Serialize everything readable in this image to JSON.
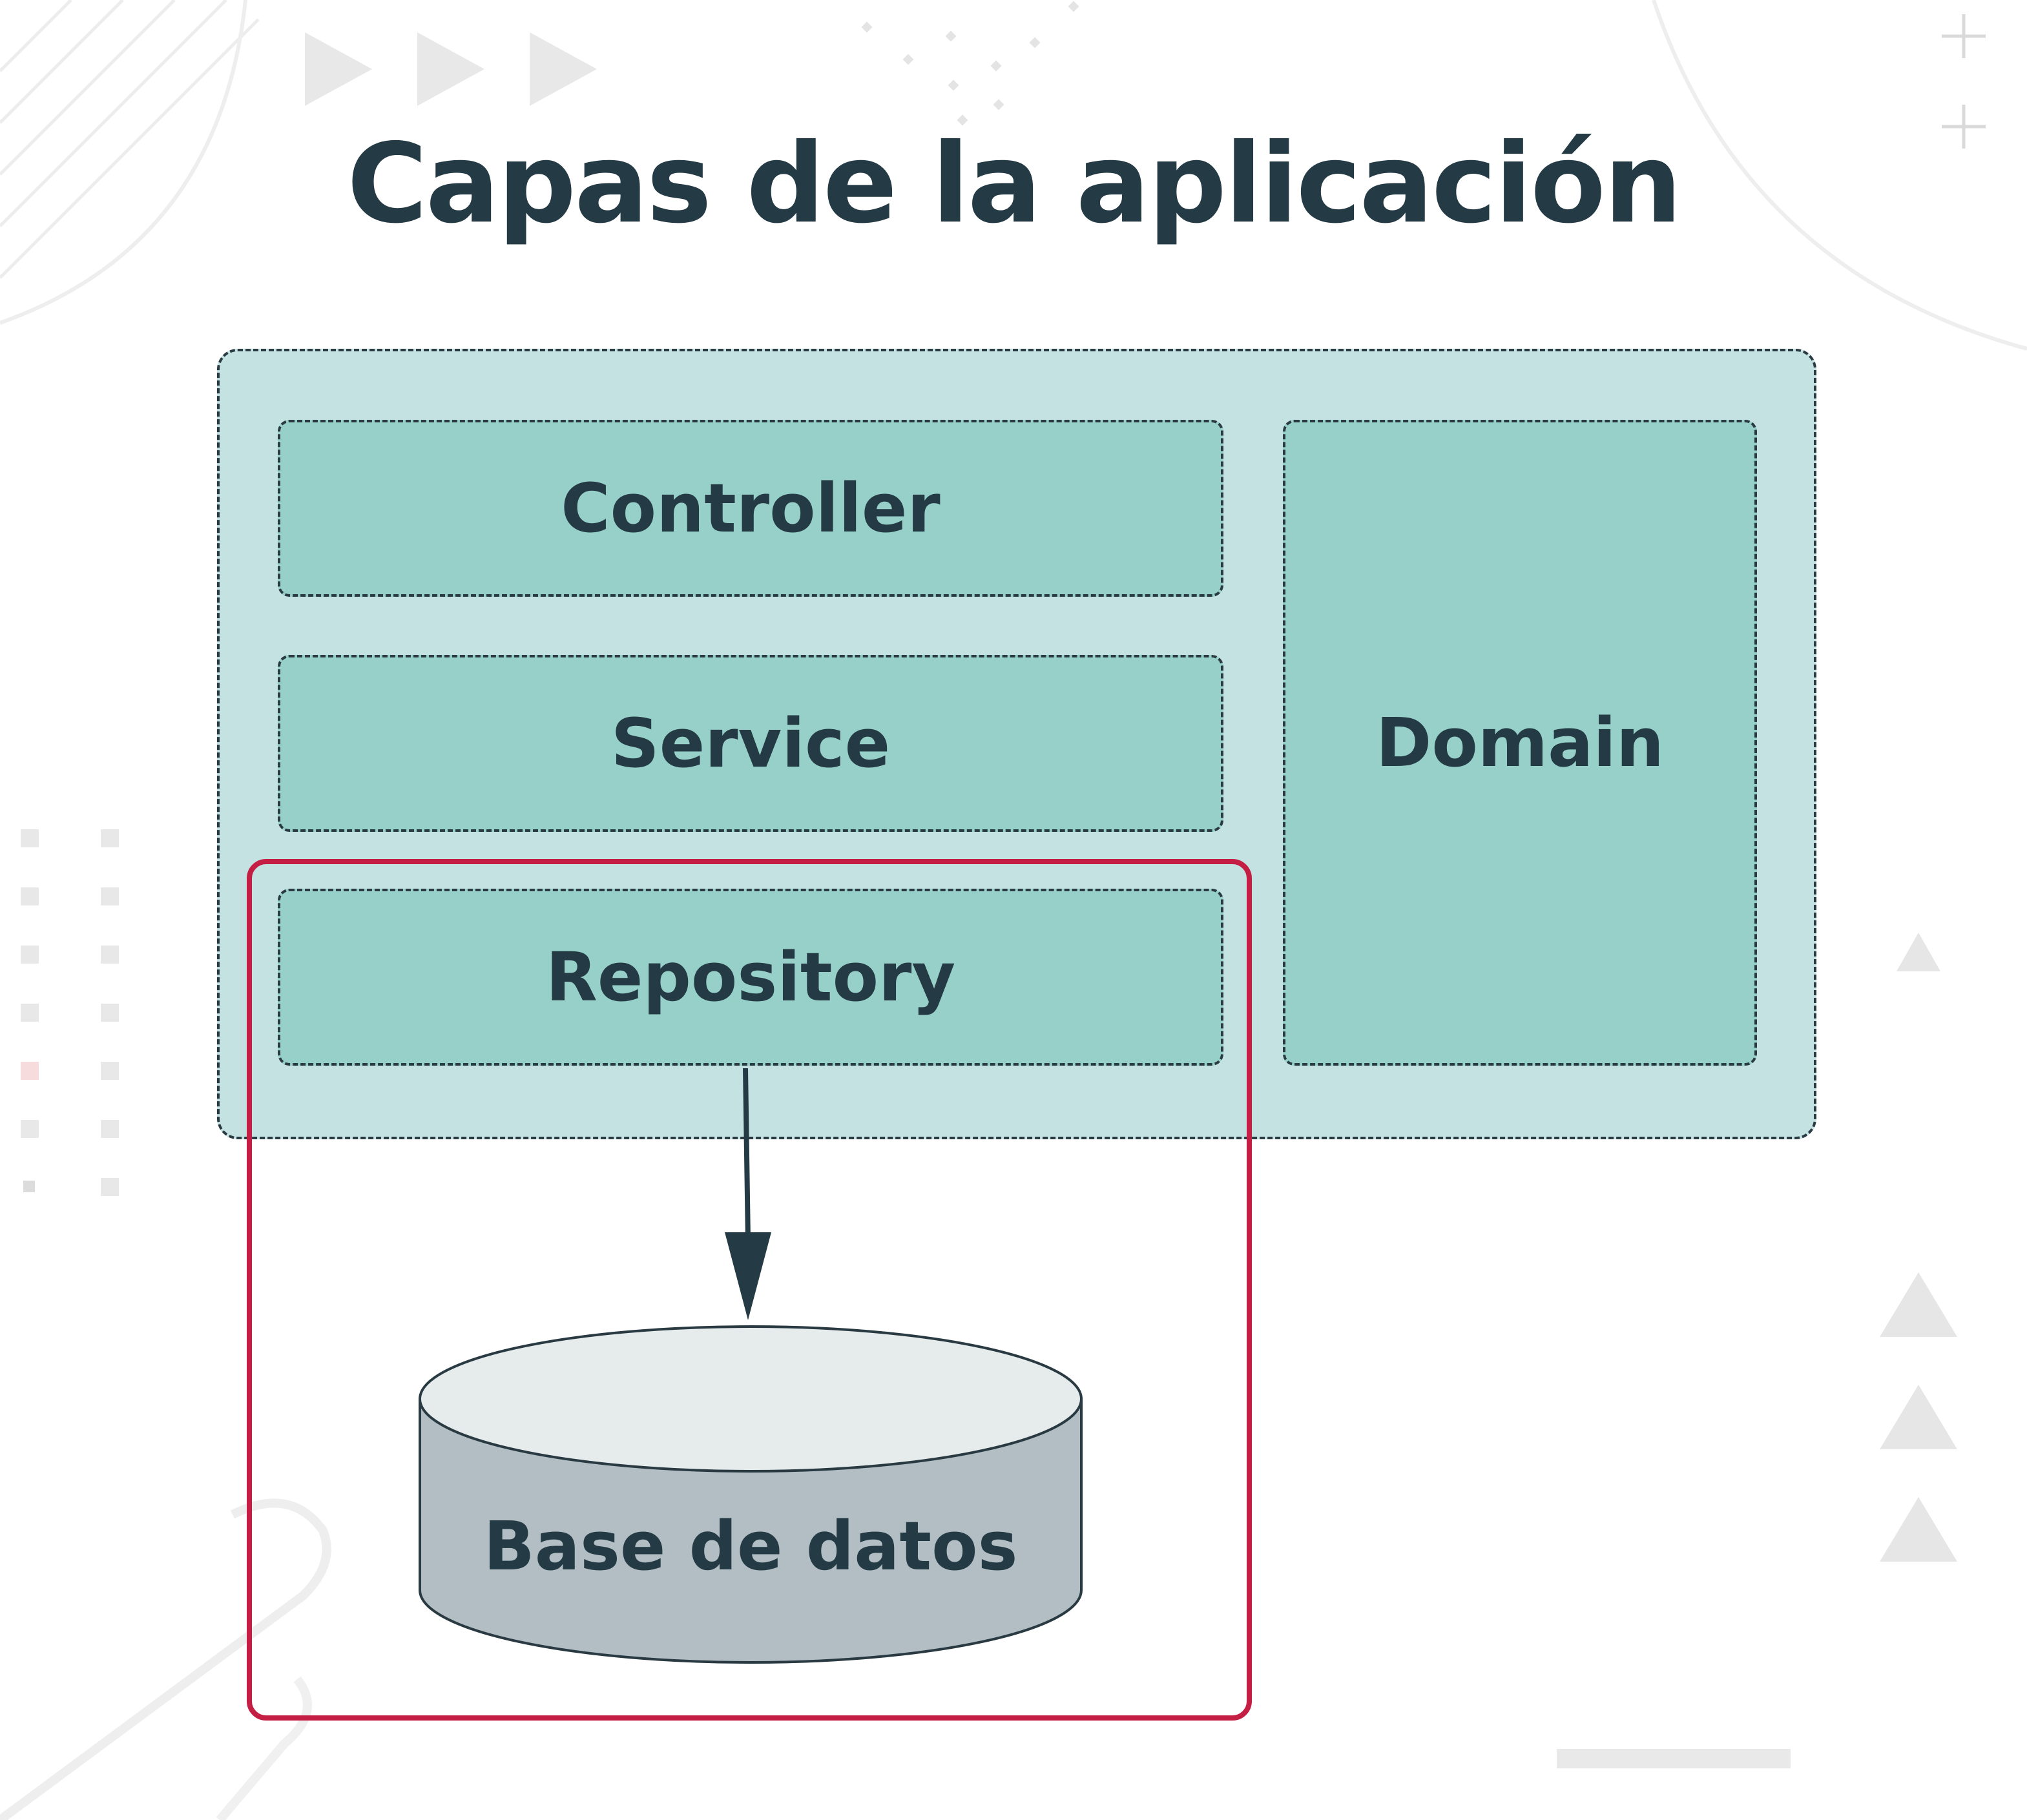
{
  "title": "Capas de la aplicación",
  "layers": {
    "controller": "Controller",
    "service": "Service",
    "repository": "Repository",
    "domain": "Domain"
  },
  "database": {
    "label": "Base de datos"
  },
  "colors": {
    "container_fill": "#c4e2e2",
    "layer_fill": "#96d0c8",
    "text": "#243a44",
    "highlight_border": "#c41e44",
    "db_top": "#e6ebec",
    "db_body": "#b2bec3"
  }
}
